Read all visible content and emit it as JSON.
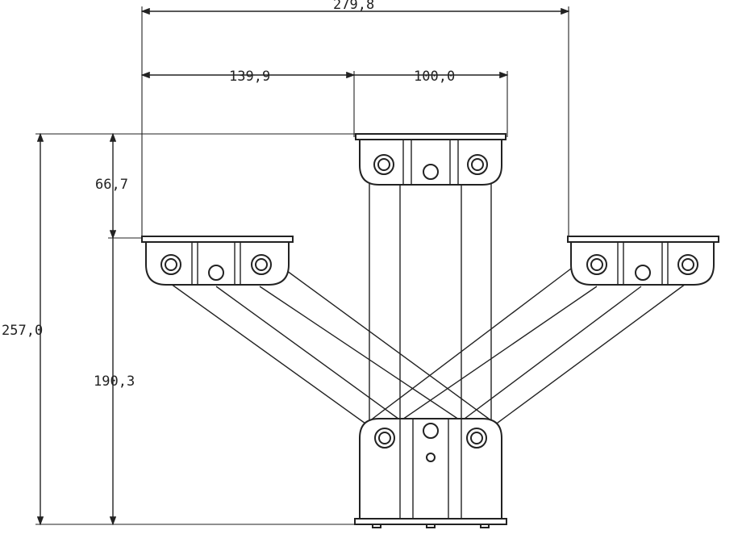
{
  "dimensions": {
    "overall_width": "279,8",
    "left_offset": "139,9",
    "center_width": "100,0",
    "upper_height": "66,7",
    "total_height": "257,0",
    "lower_height": "190,3"
  },
  "colors": {
    "line": "#222222",
    "background": "#ffffff"
  }
}
